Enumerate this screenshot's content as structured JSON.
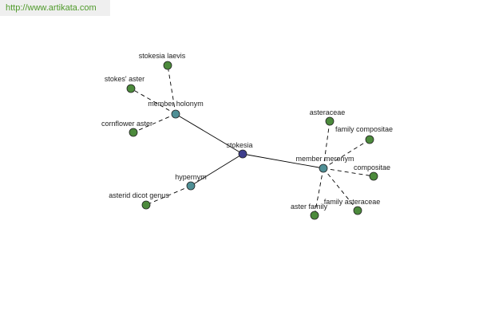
{
  "header": {
    "url": "http://www.artikata.com"
  },
  "colors": {
    "center": "#3d3d8c",
    "relation": "#4f8f95",
    "leaf": "#4c8a3c"
  },
  "graph": {
    "center": {
      "id": "stokesia",
      "label": "stokesia",
      "kind": "center"
    },
    "relations": [
      {
        "id": "member-holonym",
        "label": "member holonym",
        "kind": "relation"
      },
      {
        "id": "member-meronym",
        "label": "member meronym",
        "kind": "relation"
      },
      {
        "id": "hypernym",
        "label": "hypernym",
        "kind": "relation"
      }
    ],
    "leaves": [
      {
        "id": "stokesia-laevis",
        "label": "stokesia laevis",
        "parent": "member-holonym"
      },
      {
        "id": "stokes-aster",
        "label": "stokes' aster",
        "parent": "member-holonym"
      },
      {
        "id": "cornflower-aster",
        "label": "cornflower aster",
        "parent": "member-holonym"
      },
      {
        "id": "asteraceae",
        "label": "asteraceae",
        "parent": "member-meronym"
      },
      {
        "id": "family-compositae",
        "label": "family compositae",
        "parent": "member-meronym"
      },
      {
        "id": "compositae",
        "label": "compositae",
        "parent": "member-meronym"
      },
      {
        "id": "family-asteraceae",
        "label": "family asteraceae",
        "parent": "member-meronym"
      },
      {
        "id": "aster-family",
        "label": "aster family",
        "parent": "member-meronym"
      },
      {
        "id": "asterid-dicot-genus",
        "label": "asterid dicot genus",
        "parent": "hypernym"
      }
    ]
  }
}
